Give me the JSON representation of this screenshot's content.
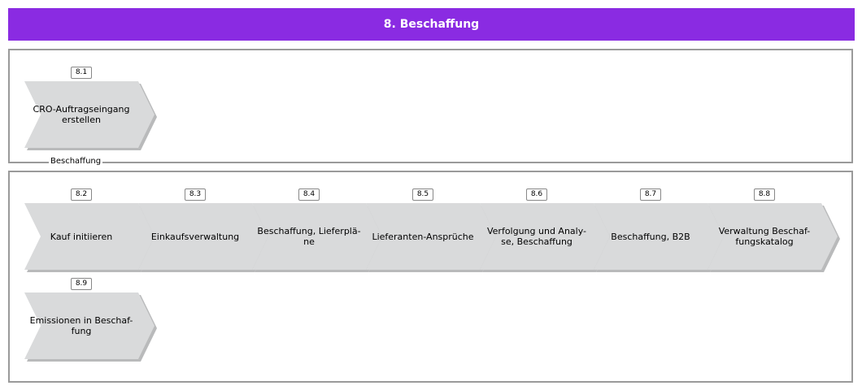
{
  "title": "8. Beschaffung",
  "group_label": "Beschaffung",
  "colors": {
    "title_bar": "#8a2be2",
    "step_fill": "#d9dadb",
    "step_shadow": "#b9babb"
  },
  "steps": [
    {
      "id": "8.1",
      "label": "CRO-Auftragseingang erstellen"
    },
    {
      "id": "8.2",
      "label": "Kauf initiieren"
    },
    {
      "id": "8.3",
      "label": "Einkaufsverwaltung"
    },
    {
      "id": "8.4",
      "label": "Beschaffung, Lieferplä-ne"
    },
    {
      "id": "8.5",
      "label": "Lieferanten-Ansprüche"
    },
    {
      "id": "8.6",
      "label": "Verfolgung und Analy-se, Beschaffung"
    },
    {
      "id": "8.7",
      "label": "Beschaffung, B2B"
    },
    {
      "id": "8.8",
      "label": "Verwaltung Beschaf-fungskatalog"
    },
    {
      "id": "8.9",
      "label": "Emissionen in Beschaf-fung"
    }
  ]
}
